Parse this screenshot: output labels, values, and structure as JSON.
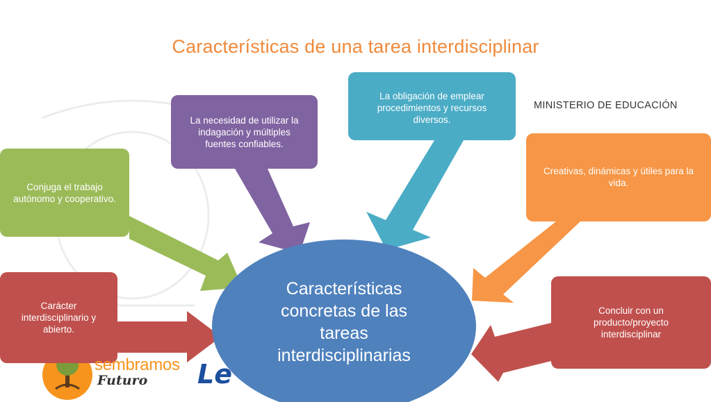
{
  "title": "Características de una tarea interdisciplinar",
  "ministry_label": "MINISTERIO DE EDUCACIÓN",
  "center": {
    "lines": [
      "Características",
      "concretas de las",
      "tareas",
      "interdisciplinarias"
    ]
  },
  "boxes": {
    "necesidad": [
      "La necesidad de utilizar la",
      "indagación y múltiples",
      "fuentes confiables."
    ],
    "obligacion": [
      "La obligación de emplear",
      "procedimientos y recursos",
      "diversos."
    ],
    "conjuga": [
      "Conjuga el trabajo",
      "autónomo y cooperativo."
    ],
    "creativas": [
      "Creativas, dinámicas  y útiles para la",
      "vida."
    ],
    "caracter": [
      "Carácter",
      "interdisciplinario y",
      "abierto."
    ],
    "concluir": [
      "Concluir con un",
      "producto/proyecto",
      "interdisciplinar"
    ]
  },
  "logos": {
    "sembramos": "sembramos",
    "futuro": "Futuro",
    "partial": "Le"
  },
  "colors": {
    "title": "#ef8a3b",
    "purple": "#8063a1",
    "teal": "#4bacc6",
    "green": "#9bbb59",
    "orange": "#f79646",
    "red": "#c0504d",
    "center": "#4f81bd"
  }
}
